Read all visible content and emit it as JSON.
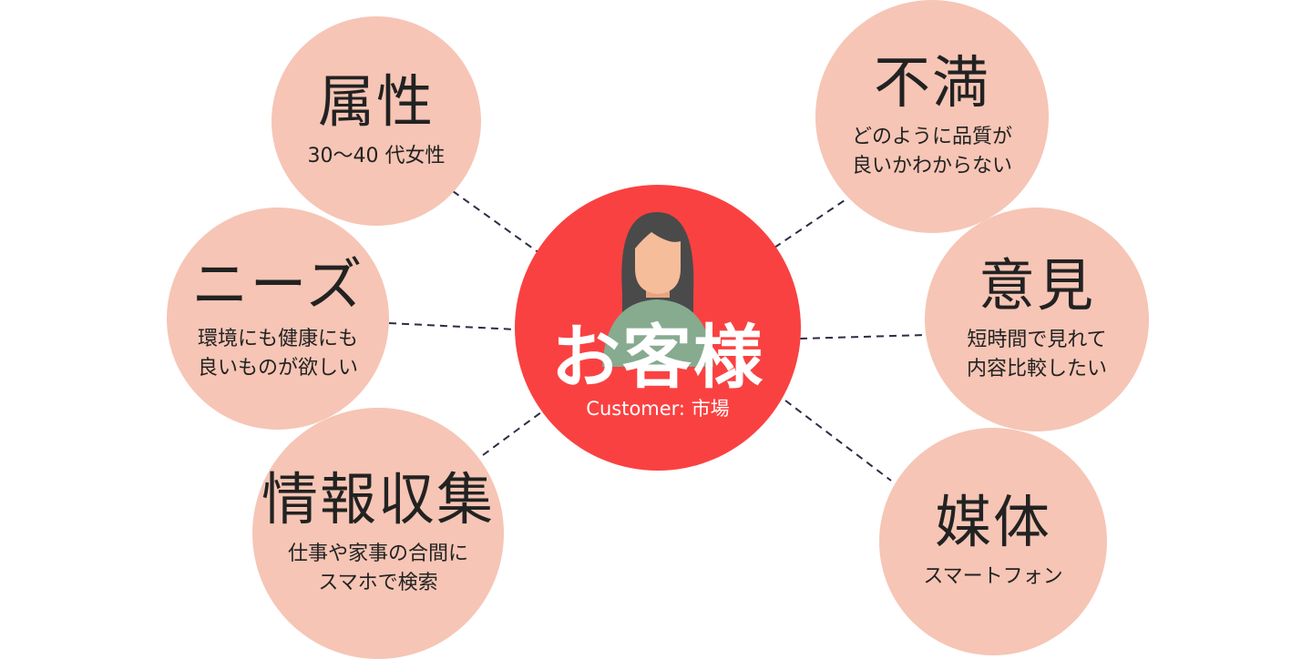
{
  "center": {
    "title": "お客様",
    "subtitle": "Customer: 市場"
  },
  "nodes": [
    {
      "title": "属性",
      "text": "30〜40 代女性"
    },
    {
      "title": "ニーズ",
      "text": "環境にも健康にも\n良いものが欲しい"
    },
    {
      "title": "情報収集",
      "text": "仕事や家事の合間に\nスマホで検索"
    },
    {
      "title": "不満",
      "text": "どのように品質が\n良いかわからない"
    },
    {
      "title": "意見",
      "text": "短時間で見れて\n内容比較したい"
    },
    {
      "title": "媒体",
      "text": "スマートフォン"
    }
  ],
  "colors": {
    "bubble": "#f6c5b5",
    "center": "#fa4141",
    "shirt": "#86ab8f",
    "hair": "#4a4a4a",
    "skin": "#f6bd9a",
    "line": "#2b2d45"
  }
}
